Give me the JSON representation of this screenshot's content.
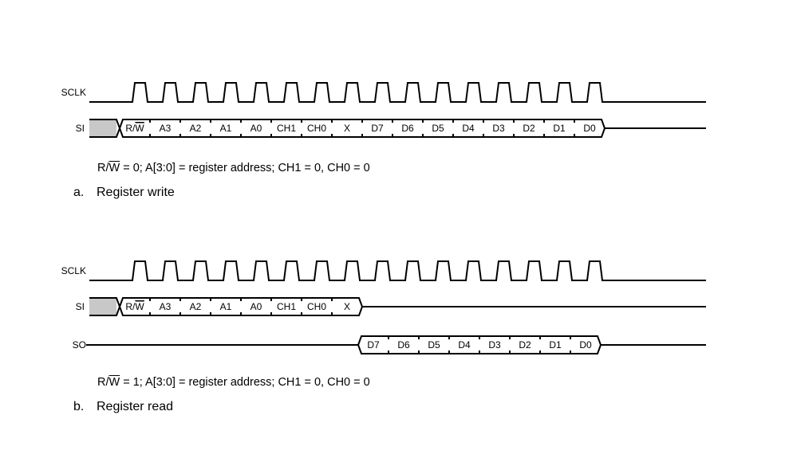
{
  "colors": {
    "line": "#000000",
    "idle_fill": "#c8c8c8"
  },
  "panels": [
    {
      "signals": {
        "sclk": "SCLK",
        "si": "SI",
        "so": null
      },
      "clock_pulses": 16,
      "si_cells": [
        {
          "text": "R/",
          "bar": "W"
        },
        {
          "text": "A3"
        },
        {
          "text": "A2"
        },
        {
          "text": "A1"
        },
        {
          "text": "A0"
        },
        {
          "text": "CH1"
        },
        {
          "text": "CH0"
        },
        {
          "text": "X"
        },
        {
          "text": "D7"
        },
        {
          "text": "D6"
        },
        {
          "text": "D5"
        },
        {
          "text": "D4"
        },
        {
          "text": "D3"
        },
        {
          "text": "D2"
        },
        {
          "text": "D1"
        },
        {
          "text": "D0"
        }
      ],
      "so_cells": [],
      "note": {
        "rw_prefix": "R/",
        "rw_bar": "W",
        "rest": " = 0; A[3:0] = register address; CH1 = 0, CH0 = 0"
      },
      "caption": {
        "letter": "a.",
        "title": "Register write"
      }
    },
    {
      "signals": {
        "sclk": "SCLK",
        "si": "SI",
        "so": "SO"
      },
      "clock_pulses": 16,
      "si_cells": [
        {
          "text": "R/",
          "bar": "W"
        },
        {
          "text": "A3"
        },
        {
          "text": "A2"
        },
        {
          "text": "A1"
        },
        {
          "text": "A0"
        },
        {
          "text": "CH1"
        },
        {
          "text": "CH0"
        },
        {
          "text": "X"
        }
      ],
      "so_cells": [
        {
          "text": "D7"
        },
        {
          "text": "D6"
        },
        {
          "text": "D5"
        },
        {
          "text": "D4"
        },
        {
          "text": "D3"
        },
        {
          "text": "D2"
        },
        {
          "text": "D1"
        },
        {
          "text": "D0"
        }
      ],
      "note": {
        "rw_prefix": "R/",
        "rw_bar": "W",
        "rest": " = 1; A[3:0] = register address; CH1 = 0, CH0 = 0"
      },
      "caption": {
        "letter": "b.",
        "title": "Register read"
      }
    }
  ]
}
